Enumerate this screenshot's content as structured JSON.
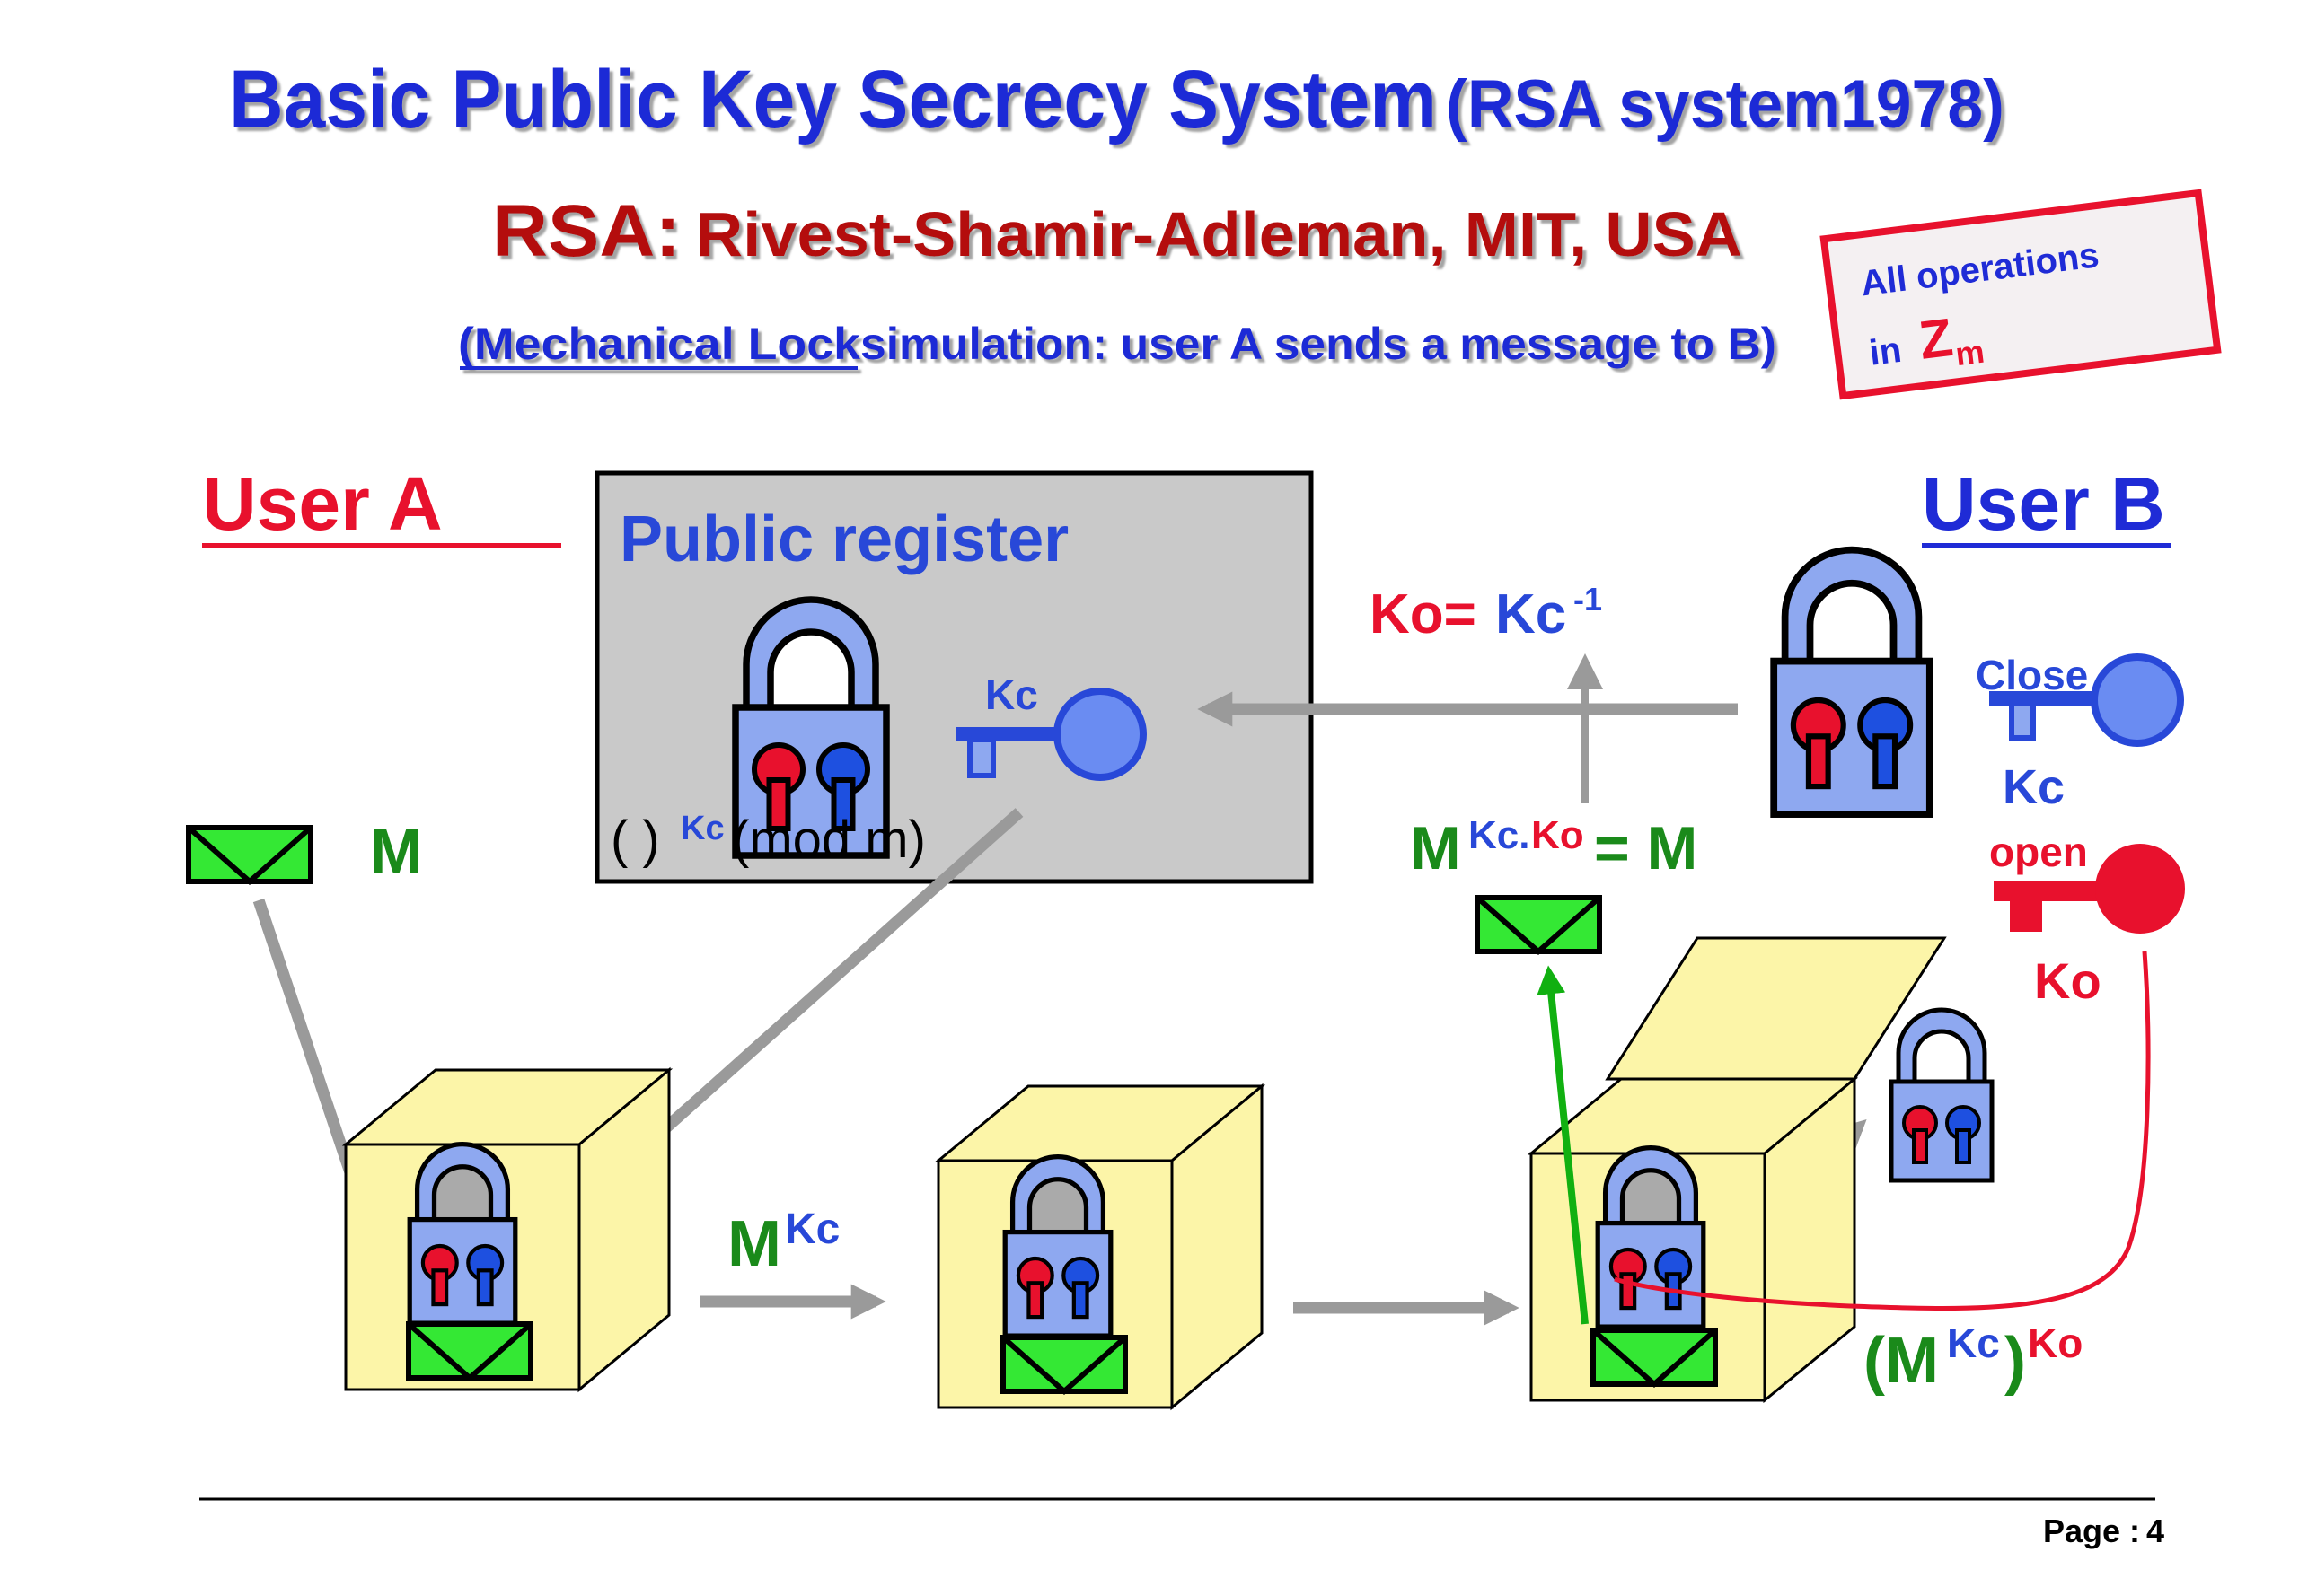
{
  "title": {
    "main": "Basic Public Key Secrecy System",
    "paren": "(RSA system1978)"
  },
  "subtitle": {
    "rsa": "RSA:",
    "names": "Rivest-Shamir-Adleman, MIT, USA"
  },
  "caption": {
    "part1": "(Mechanical Lock",
    "part2": " simulation: user A sends a message to B)"
  },
  "note": {
    "line1": "All operations",
    "line2_prefix": "in ",
    "line2_z": "Z",
    "line2_sub": "m"
  },
  "user_a": "User A",
  "user_b": "User B",
  "register": {
    "title": "Public register",
    "key_label": "Kc",
    "formula_open": "(   )",
    "formula_sup": "Kc",
    "formula_mod": " (mod m)"
  },
  "labels": {
    "m": "M",
    "m_kc_base": "M",
    "m_kc_sup": "Kc",
    "ko_eq": "Ko=",
    "kc_inv_base": "Kc",
    "kc_inv_sup": "-1",
    "mkcko_base": "M",
    "mkcko_sup_kc": "Kc.",
    "mkcko_sup_ko": "Ko",
    "mkcko_rest": " = M",
    "close": "Close",
    "kc_b": "Kc",
    "open": "open",
    "ko_b": "Ko",
    "final_open": "(M",
    "final_sup1": "Kc",
    "final_close": ")",
    "final_sup2": "Ko"
  },
  "footer": {
    "page_label": "Page :",
    "page_num": "4"
  },
  "colors": {
    "title_blue": "#1f2bd6",
    "title_red": "#b40f0f",
    "accent_red": "#e8112d",
    "key_blue": "#2848d8",
    "green": "#1a8a1a",
    "box_yellow": "#fcf5a8",
    "lock_blue": "#8ea8f0",
    "envelope_green": "#34e834",
    "register_gray": "#c9c9c9",
    "arrow_gray": "#9a9a9a"
  }
}
